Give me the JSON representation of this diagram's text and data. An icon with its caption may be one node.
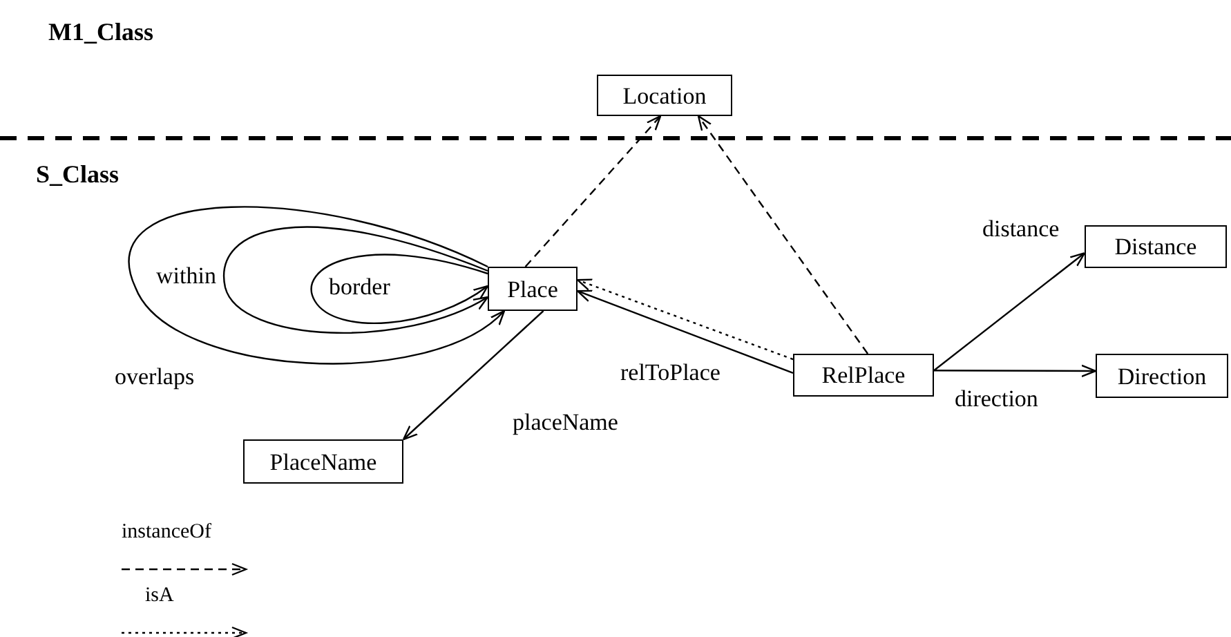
{
  "diagram": {
    "nodes": [
      {
        "text": [
          "Location"
        ]
      },
      {
        "text": [
          "Place"
        ]
      },
      {
        "text": [
          "PlaceName"
        ]
      },
      {
        "text": [
          "RelPlace"
        ]
      },
      {
        "text": [
          "Distance"
        ]
      },
      {
        "text": [
          "Direction"
        ]
      }
    ],
    "edges": [
      {
        "from": 1,
        "to": 0,
        "arrow": "to",
        "style": "dashed"
      },
      {
        "from": 3,
        "to": 0,
        "arrow": "to",
        "style": "dashed"
      },
      {
        "from": 1,
        "to": 1,
        "arrow": "to",
        "label": "border"
      },
      {
        "from": 1,
        "to": 1,
        "arrow": "to",
        "label": "within"
      },
      {
        "from": 1,
        "to": 1,
        "arrow": "to",
        "label": "overlaps"
      },
      {
        "from": 1,
        "to": 2,
        "arrow": "to",
        "label": "placeName"
      },
      {
        "from": 3,
        "to": 1,
        "arrow": "to",
        "label": "relToPlace"
      },
      {
        "from": 3,
        "to": 1,
        "arrow": "to",
        "style": "dashed"
      },
      {
        "from": 3,
        "to": 4,
        "arrow": "to",
        "label": "distance"
      },
      {
        "from": 3,
        "to": 5,
        "arrow": "to",
        "label": "direction"
      }
    ],
    "labels": [
      "M1_Class",
      "S_Class"
    ],
    "legend": [
      {
        "text": "instanceOf"
      },
      {
        "text": "isA"
      }
    ]
  }
}
